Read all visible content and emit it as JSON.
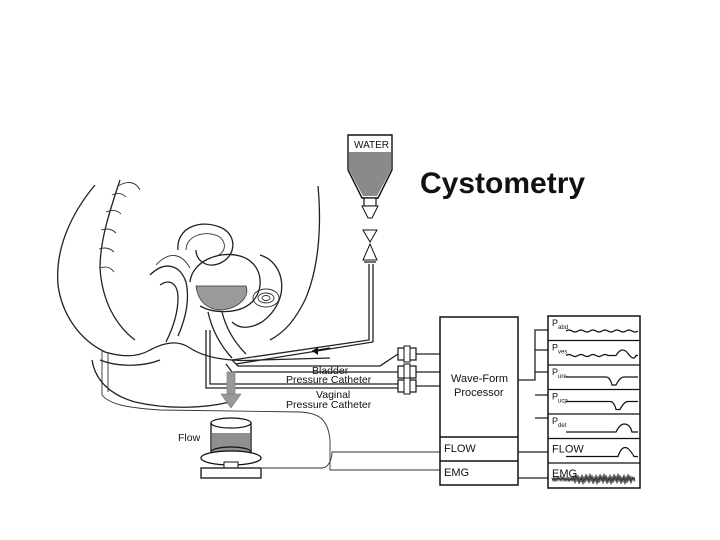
{
  "title": "Cystometry",
  "labels": {
    "water": "WATER",
    "bladder_catheter_line1": "Bladder",
    "bladder_catheter_line2": "Pressure Catheter",
    "vaginal_catheter_line1": "Vaginal",
    "vaginal_catheter_line2": "Pressure Catheter",
    "flow_meter": "Flow",
    "processor_line1": "Wave-Form",
    "processor_line2": "Processor",
    "processor_flow": "FLOW",
    "processor_emg": "EMG"
  },
  "channels": [
    {
      "main": "P",
      "sub": "abd"
    },
    {
      "main": "P",
      "sub": "ves"
    },
    {
      "main": "P",
      "sub": "ure"
    },
    {
      "main": "P",
      "sub": "ucp"
    },
    {
      "main": "P",
      "sub": "det"
    },
    {
      "main": "FLOW",
      "sub": ""
    },
    {
      "main": "EMG",
      "sub": ""
    }
  ]
}
